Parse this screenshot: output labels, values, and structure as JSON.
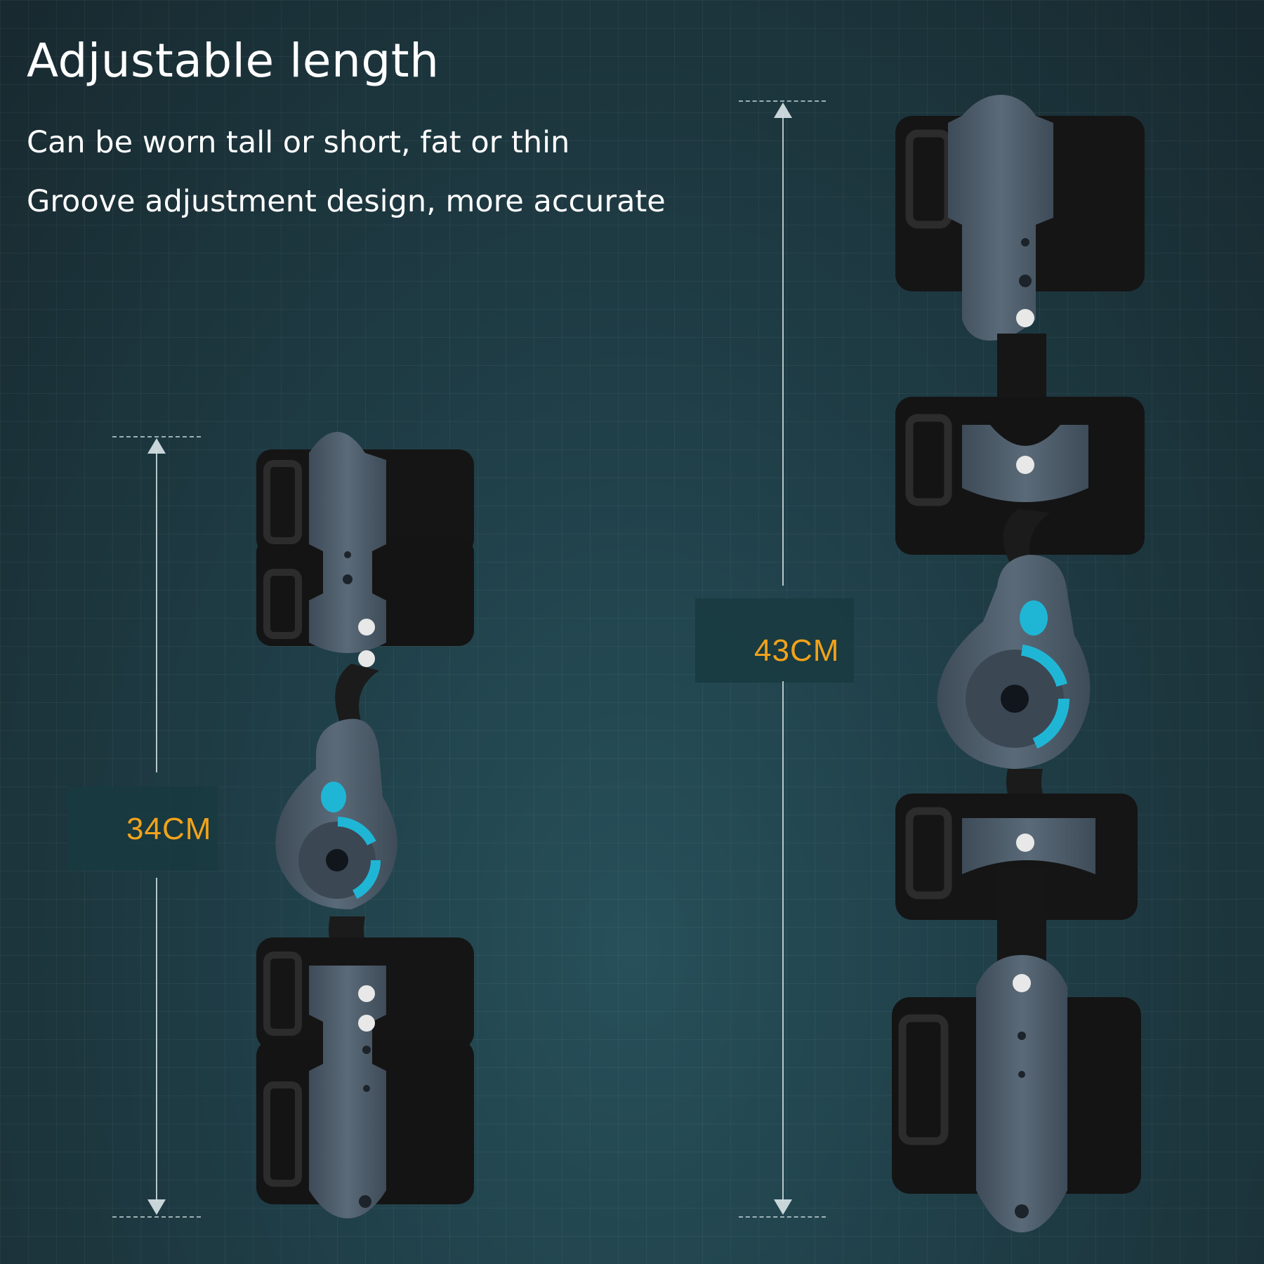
{
  "header": {
    "title": "Adjustable length",
    "line1": "Can be worn tall or short, fat or thin",
    "line2": "Groove adjustment design, more accurate"
  },
  "measurements": {
    "short": "34CM",
    "long": "43CM"
  },
  "colors": {
    "measure_text": "#f2a21a",
    "accent_dial": "#1fb6d6",
    "brace_shell": "#4a5866",
    "strap": "#141414"
  }
}
